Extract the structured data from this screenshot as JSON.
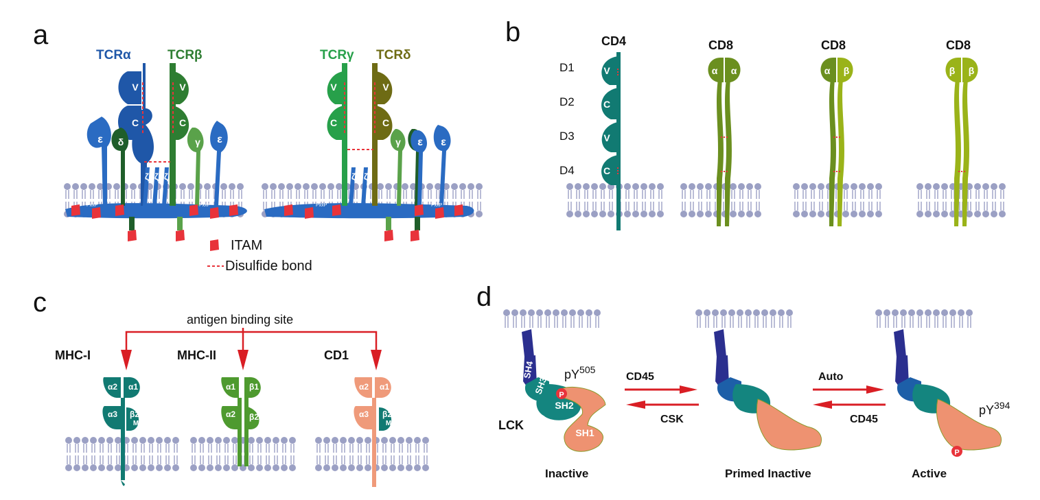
{
  "panels": {
    "a": {
      "letter": "a",
      "tcr1": {
        "alpha": "TCRα",
        "beta": "TCRβ"
      },
      "tcr2": {
        "gamma": "TCRγ",
        "delta": "TCRδ"
      },
      "domains": {
        "v": "V",
        "c": "C",
        "epsilon": "ε",
        "delta": "δ",
        "gamma": "γ",
        "zeta": "ζ",
        "pxxp": "PxxP"
      },
      "legend": {
        "itam": "ITAM",
        "disulfide": "Disulfide bond"
      }
    },
    "b": {
      "letter": "b",
      "cd4": "CD4",
      "cd8": "CD8",
      "rows": [
        "D1",
        "D2",
        "D3",
        "D4"
      ],
      "cd4_domains": [
        "V",
        "C",
        "V",
        "C"
      ],
      "cd8_pairs": [
        [
          "α",
          "α"
        ],
        [
          "α",
          "β"
        ],
        [
          "β",
          "β"
        ]
      ]
    },
    "c": {
      "letter": "c",
      "binding": "antigen binding site",
      "mhc1": "MHC-I",
      "mhc2": "MHC-II",
      "cd1": "CD1",
      "mhc1_domains": [
        "α2",
        "α1",
        "α3",
        "β2",
        "M"
      ],
      "mhc2_domains": [
        "α1",
        "β1",
        "α2",
        "β2"
      ],
      "cd1_domains": [
        "α2",
        "α1",
        "α3",
        "β2",
        "M"
      ]
    },
    "d": {
      "letter": "d",
      "lck": "LCK",
      "sh4": "SH4",
      "sh3": "SH3",
      "sh2": "SH2",
      "sh1": "SH1",
      "py505": "pY",
      "py505_sup": "505",
      "py394": "pY",
      "py394_sup": "394",
      "p": "P",
      "cd45_fwd": "CD45",
      "csk": "CSK",
      "auto": "Auto",
      "cd45_rev": "CD45",
      "states": [
        "Inactive",
        "Primed Inactive",
        "Active"
      ]
    }
  },
  "colors": {
    "alpha": "#1f57a8",
    "beta": "#2e7d32",
    "gamma": "#27a04a",
    "delta": "#6e6b14",
    "cd3": "#2a6bc2",
    "cd4": "#117a72",
    "cd8_light": "#9ab319",
    "cd8_mid": "#6b8f1f",
    "membrane": "#9ba0c4",
    "itam": "#e8333a",
    "arrow": "#d91e24",
    "sh4": "#2b2f8f",
    "sh3": "#1d5fa8",
    "sh2": "#14857f",
    "sh1": "#ee9271",
    "cd1": "#ef9a7a"
  }
}
